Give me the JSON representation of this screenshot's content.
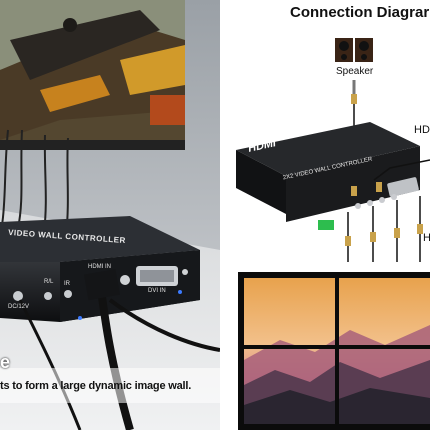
{
  "left_photo": {
    "device_label": "VIDEO WALL CONTROLLER",
    "port_labels": {
      "rl": "R/L",
      "ir": "IR",
      "hdmi_in": "HDMI IN",
      "dvi_in": "DVI IN",
      "dc": "DC/12V"
    },
    "caption_fragment": "e",
    "caption_line": "ts to form a large dynamic image wall."
  },
  "diagram": {
    "title": "Connection Diagrar",
    "speaker_label": "Speaker",
    "device_brand": "HDMI",
    "device_label": "2X2 VIDEO WALL CONTROLLER",
    "side_label_1": "HD",
    "side_label_2": "H"
  }
}
